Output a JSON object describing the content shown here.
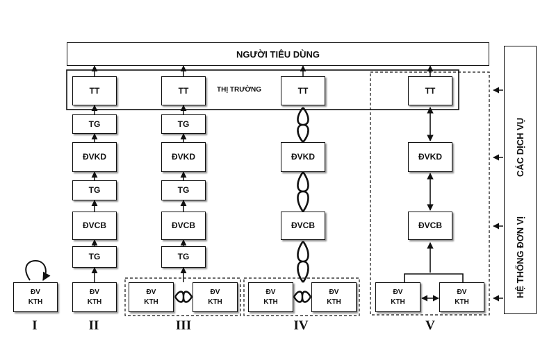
{
  "consumer_label": "NGƯỜI TIÊU DÙNG",
  "market_label": "THỊ TRƯỜNG",
  "services_label_1": "HỆ THỐNG ĐƠN VỊ",
  "services_label_2": "CÁC DỊCH VỤ",
  "node_labels": {
    "tt": "TT",
    "tg": "TG",
    "dvkd": "ĐVKD",
    "dvcb": "ĐVCB",
    "dvkth": "ĐV\nKTH"
  },
  "columns": [
    "I",
    "II",
    "III",
    "IV",
    "V"
  ]
}
